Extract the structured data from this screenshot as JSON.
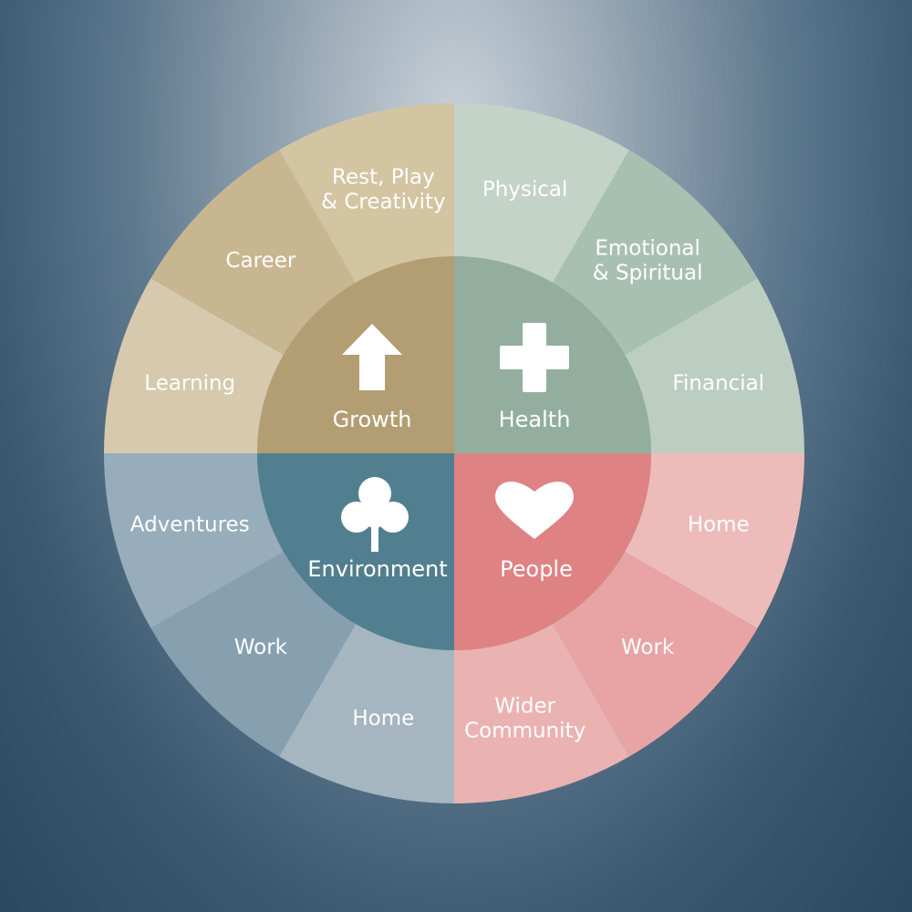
{
  "quadrants": [
    {
      "id": "growth",
      "label": "Growth",
      "icon": "up-arrow-icon",
      "core_color": "#b39e74",
      "segments": [
        {
          "lines": [
            "Learning"
          ],
          "color": "#d6c9ad"
        },
        {
          "lines": [
            "Career"
          ],
          "color": "#c8b690"
        },
        {
          "lines": [
            "Rest, Play",
            "& Creativity"
          ],
          "color": "#d3c4a2"
        }
      ]
    },
    {
      "id": "health",
      "label": "Health",
      "icon": "plus-icon",
      "core_color": "#93ae9e",
      "segments": [
        {
          "lines": [
            "Physical"
          ],
          "color": "#c4d3c7"
        },
        {
          "lines": [
            "Emotional",
            "& Spiritual"
          ],
          "color": "#a8c0b1"
        },
        {
          "lines": [
            "Financial"
          ],
          "color": "#bccdc1"
        }
      ]
    },
    {
      "id": "people",
      "label": "People",
      "icon": "heart-icon",
      "core_color": "#df8284",
      "segments": [
        {
          "lines": [
            "Home"
          ],
          "color": "#eebbbb"
        },
        {
          "lines": [
            "Work"
          ],
          "color": "#e8a4a5"
        },
        {
          "lines": [
            "Wider",
            "Community"
          ],
          "color": "#ebb2b2"
        }
      ]
    },
    {
      "id": "environment",
      "label": "Environment",
      "icon": "tree-icon",
      "core_color": "#527f90",
      "segments": [
        {
          "lines": [
            "Home"
          ],
          "color": "#a5b6c1"
        },
        {
          "lines": [
            "Work"
          ],
          "color": "#86a0b0"
        },
        {
          "lines": [
            "Adventures"
          ],
          "color": "#97adbb"
        }
      ]
    }
  ]
}
